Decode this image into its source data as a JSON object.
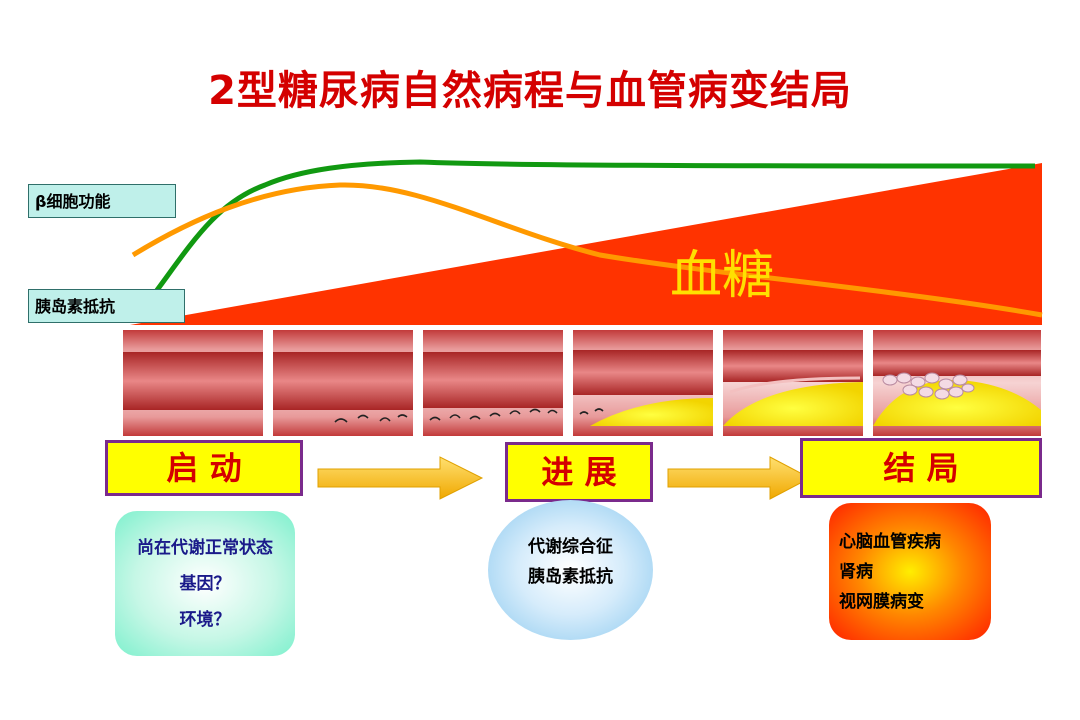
{
  "title": "2型糖尿病自然病程与血管病变结局",
  "labels": {
    "beta_cell": "β细胞功能",
    "insulin_resistance": "胰岛素抵抗",
    "blood_sugar": "血糖"
  },
  "stages": [
    {
      "label": "启 动"
    },
    {
      "label": "进 展"
    },
    {
      "label": "结  局"
    }
  ],
  "bubbles": {
    "start": [
      "尚在代谢正常状态",
      "基因？",
      "环境？"
    ],
    "progress": [
      "代谢综合征",
      "胰岛素抵抗"
    ],
    "outcome": [
      "心脑血管疾病",
      "肾病",
      "视网膜病变"
    ]
  },
  "colors": {
    "title": "#d40000",
    "green_curve": "#119911",
    "orange_curve": "#ff9900",
    "blood_sugar_wedge": "#ff3300",
    "stage_fill": "#ffff00",
    "stage_border": "#7a2a8c",
    "arrow": "#ffc000"
  }
}
